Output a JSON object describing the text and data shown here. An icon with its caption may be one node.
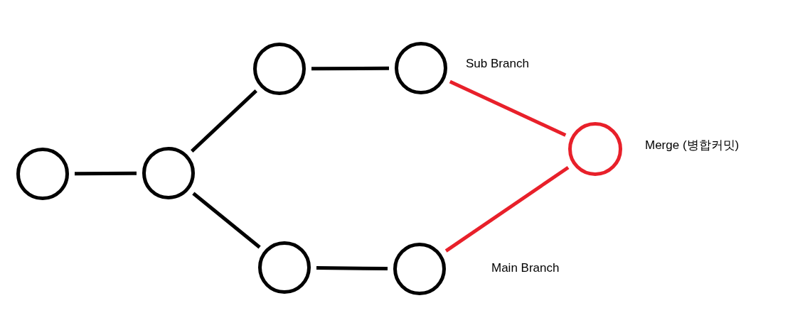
{
  "diagram": {
    "nodes": [
      {
        "text": [],
        "shape": "circle"
      },
      {
        "text": [],
        "shape": "circle"
      },
      {
        "text": [],
        "shape": "circle"
      },
      {
        "text": [],
        "shape": "circle"
      },
      {
        "text": [],
        "shape": "circle"
      },
      {
        "text": [],
        "shape": "circle"
      },
      {
        "text": [],
        "shape": "circle",
        "beside": [
          "Merge (병합커밋)"
        ]
      }
    ],
    "edges": [
      {
        "from": 0,
        "to": 1,
        "arrow": "none"
      },
      {
        "from": 1,
        "to": 2,
        "arrow": "none"
      },
      {
        "from": 2,
        "to": 3,
        "arrow": "none"
      },
      {
        "from": 1,
        "to": 4,
        "arrow": "none"
      },
      {
        "from": 4,
        "to": 5,
        "arrow": "none"
      },
      {
        "from": 3,
        "to": 6,
        "arrow": "none",
        "color": "#e8202a"
      },
      {
        "from": 5,
        "to": 6,
        "arrow": "none",
        "color": "#e8202a"
      }
    ],
    "labels": [
      "Sub Branch",
      "Main Branch"
    ]
  }
}
